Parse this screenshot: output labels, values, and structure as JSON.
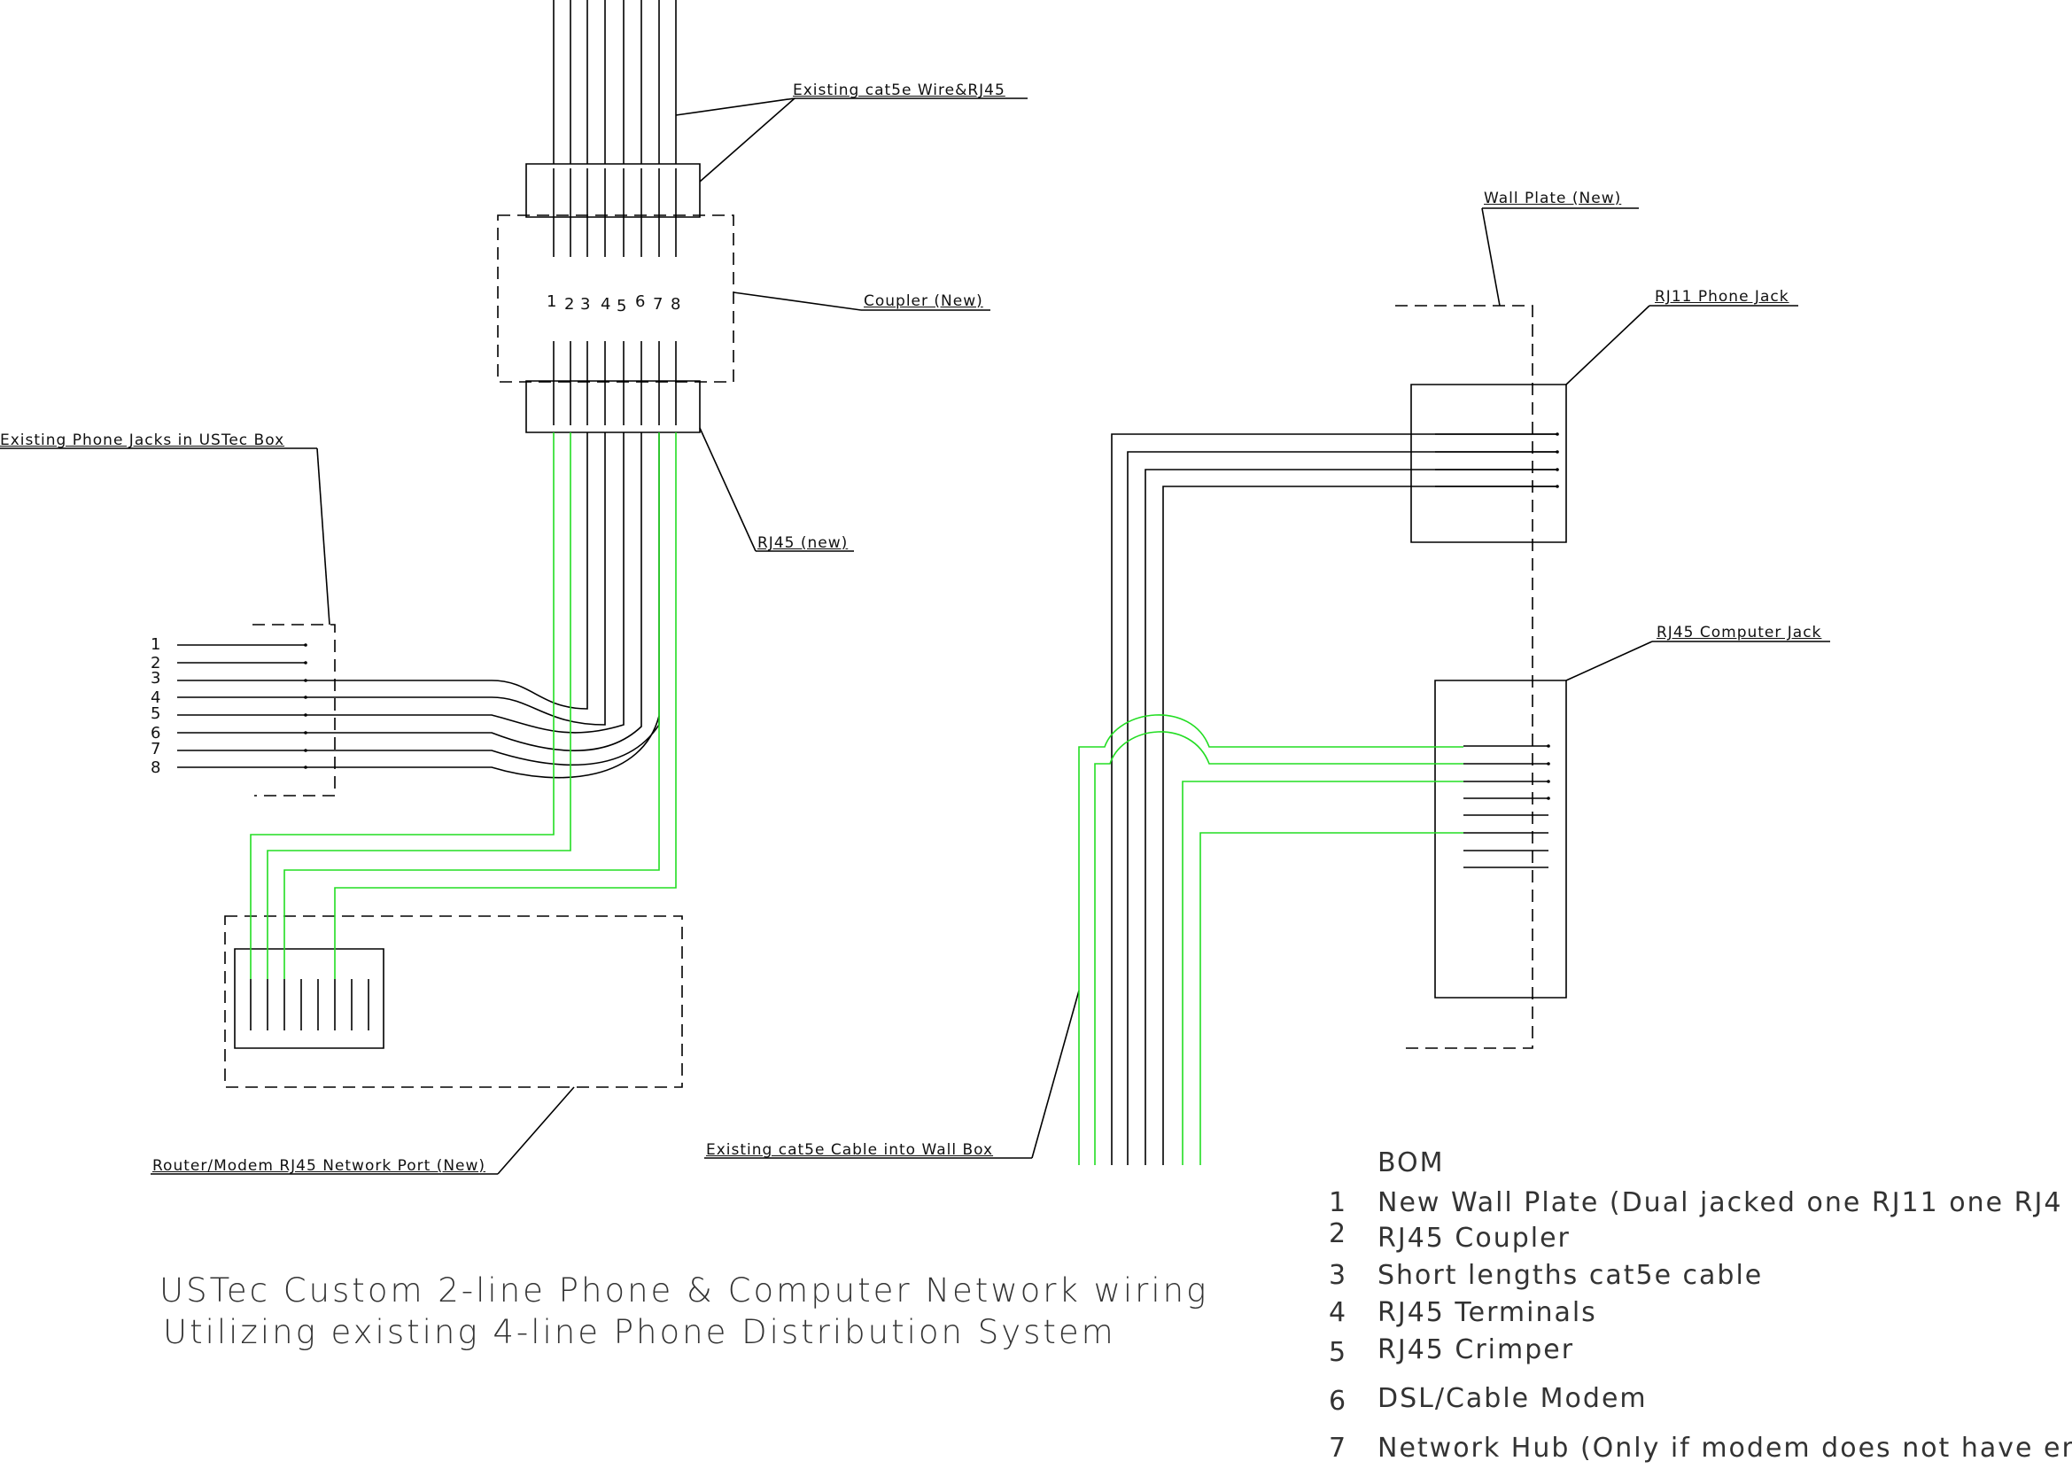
{
  "labels": {
    "existing_cat5e_wire": "Existing cat5e Wire&RJ45",
    "coupler": "Coupler (New)",
    "rj45_new": "RJ45 (new)",
    "existing_phone_jacks": "Existing Phone Jacks in USTec Box",
    "router_port": "Router/Modem RJ45 Network Port (New)",
    "existing_cable_wallbox": "Existing cat5e Cable into Wall Box",
    "wall_plate": "Wall Plate (New)",
    "rj11_jack": "RJ11 Phone Jack",
    "rj45_computer_jack": "RJ45 Computer Jack"
  },
  "coupler_pins": [
    "1",
    "2",
    "3",
    "4",
    "5",
    "6",
    "7",
    "8"
  ],
  "phone_pins": [
    "1",
    "2",
    "3",
    "4",
    "5",
    "6",
    "7",
    "8"
  ],
  "title": {
    "line1": "USTec Custom 2-line Phone & Computer Network wiring",
    "line2": "Utilizing existing 4-line Phone Distribution System"
  },
  "bom": {
    "heading": "BOM",
    "items": [
      {
        "num": "1",
        "text": "New Wall Plate (Dual jacked one RJ11 one RJ4"
      },
      {
        "num": "2",
        "text": "RJ45 Coupler"
      },
      {
        "num": "3",
        "text": "Short lengths  cat5e cable"
      },
      {
        "num": "4",
        "text": "RJ45 Terminals"
      },
      {
        "num": "5",
        "text": "RJ45 Crimper"
      },
      {
        "num": "6",
        "text": "DSL/Cable Modem"
      },
      {
        "num": "7",
        "text": "Network Hub (Only if modem does not have en"
      }
    ]
  },
  "colors": {
    "line": "#000000",
    "green": "#22dd22",
    "text": "#333333"
  }
}
